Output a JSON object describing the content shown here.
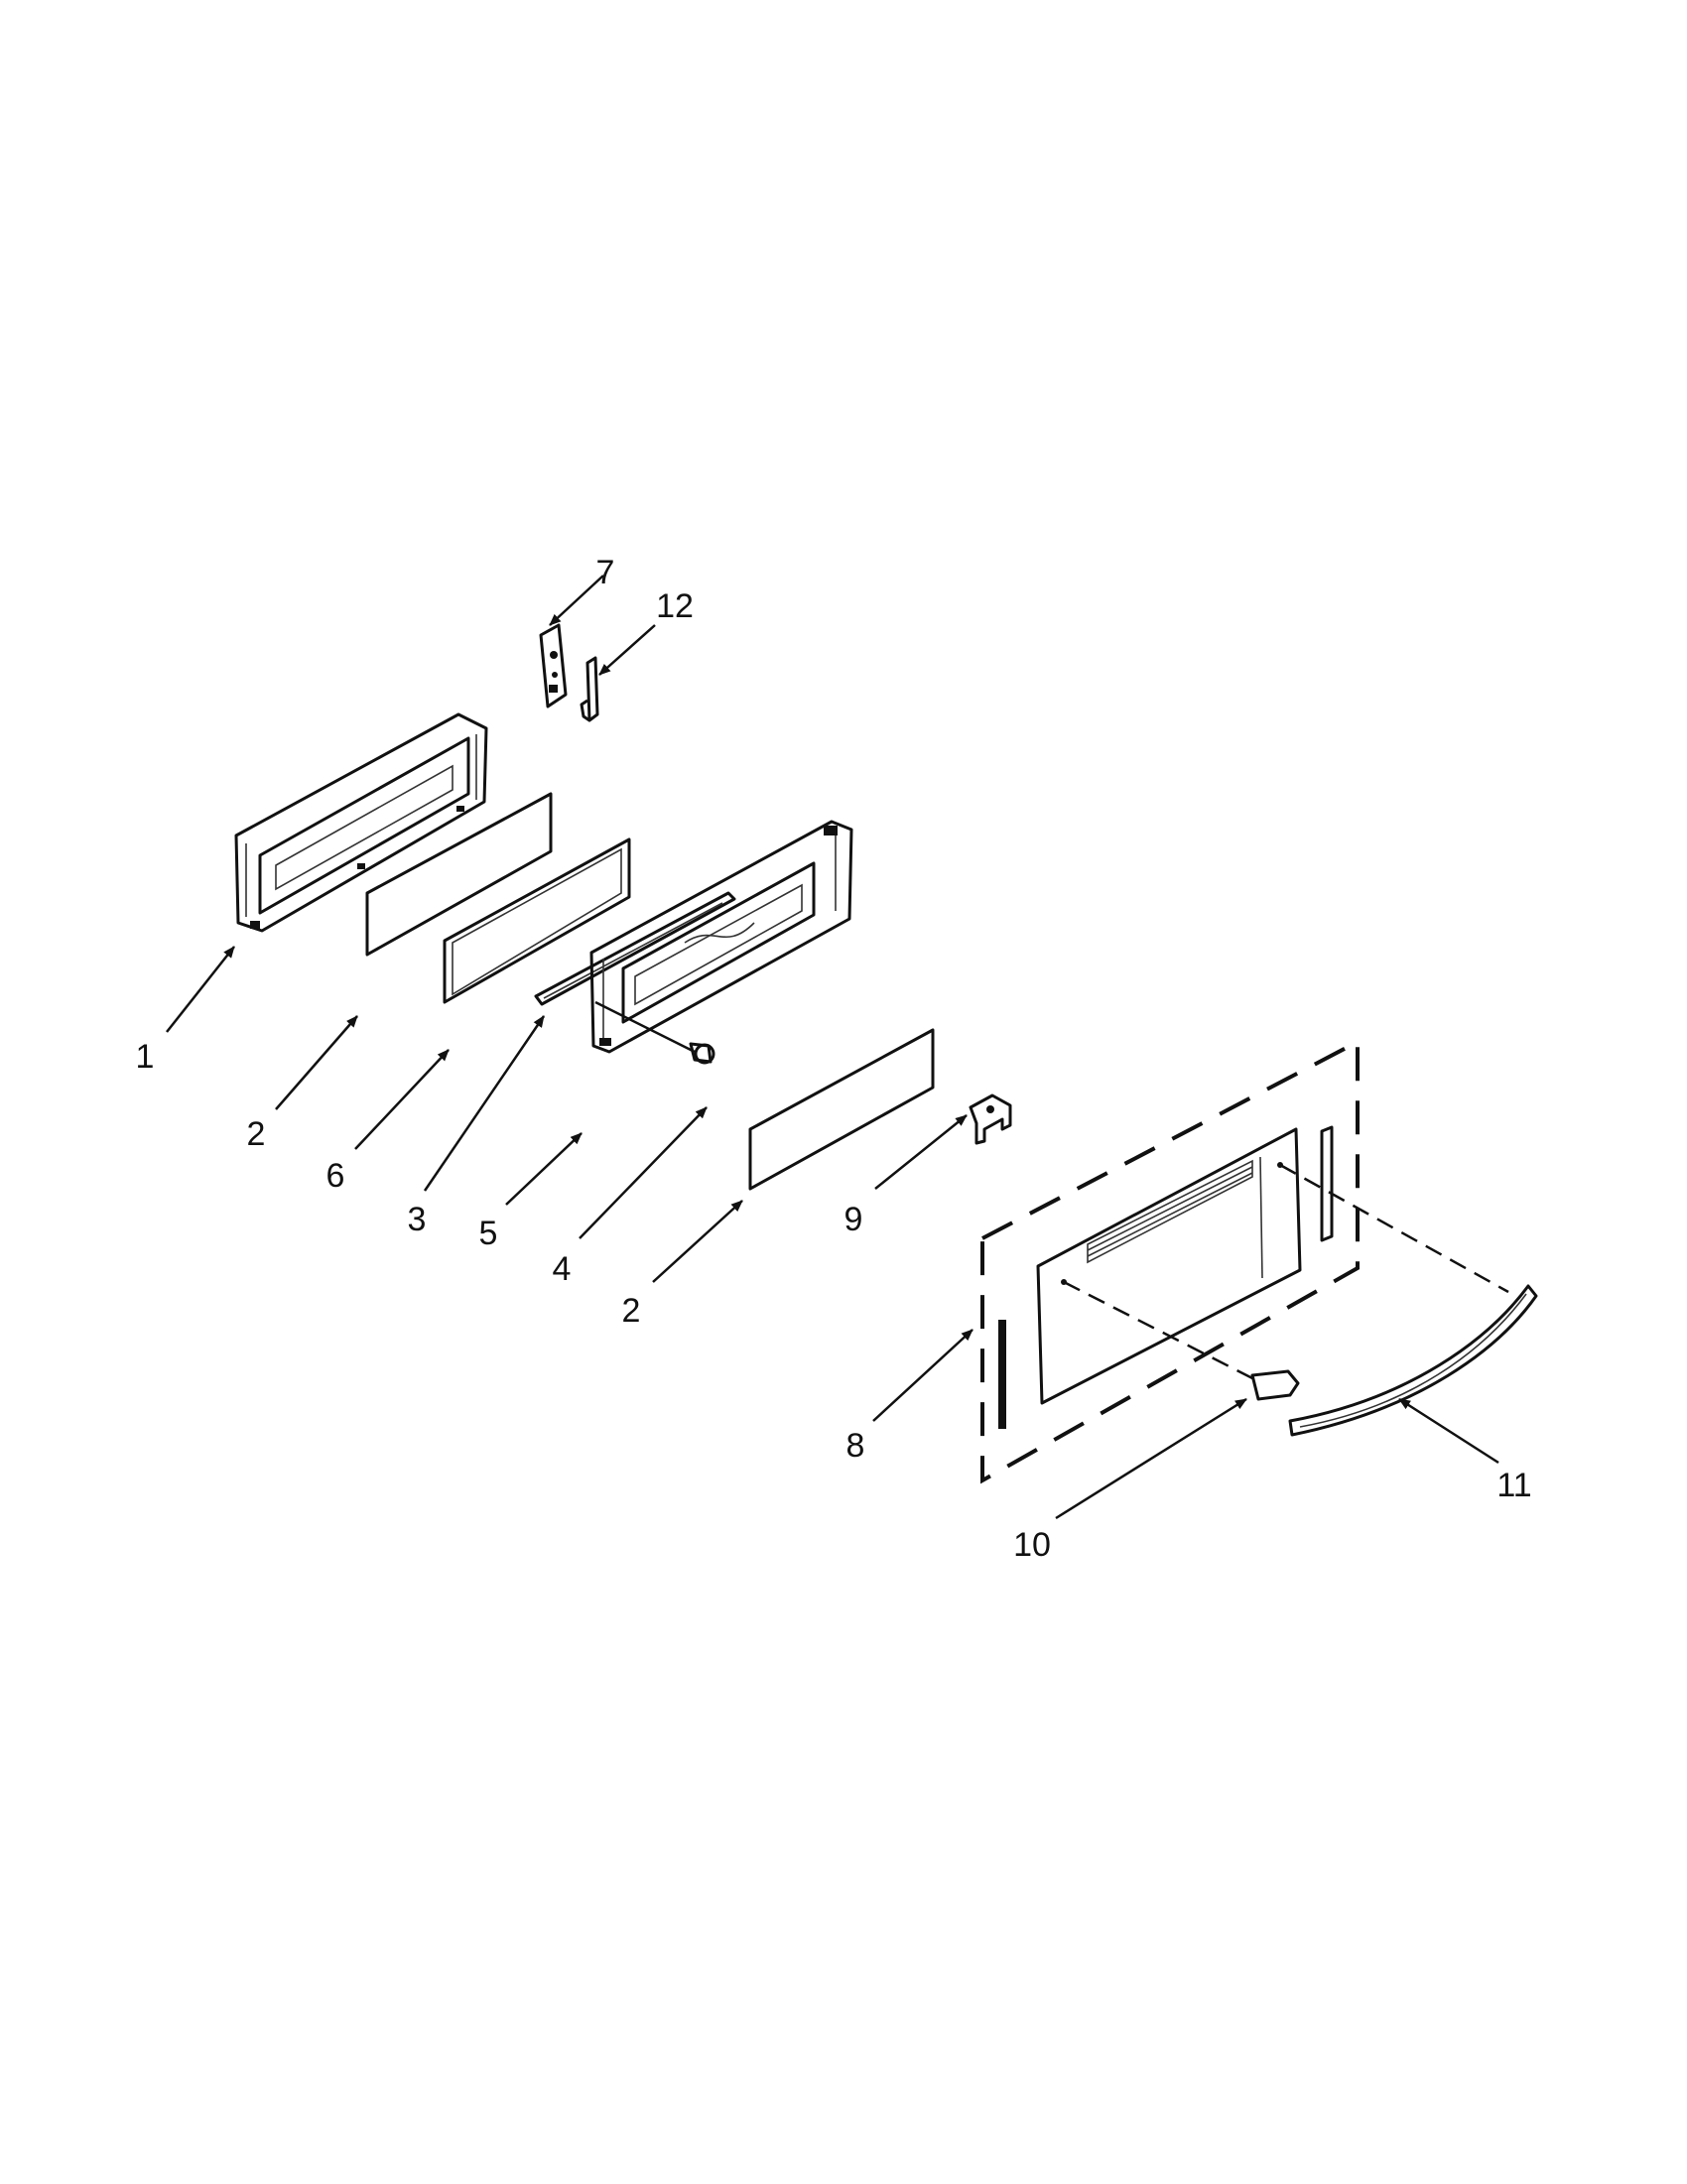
{
  "callouts": [
    {
      "id": "callout-1",
      "text": "1"
    },
    {
      "id": "callout-2a",
      "text": "2"
    },
    {
      "id": "callout-6",
      "text": "6"
    },
    {
      "id": "callout-3",
      "text": "3"
    },
    {
      "id": "callout-5",
      "text": "5"
    },
    {
      "id": "callout-4",
      "text": "4"
    },
    {
      "id": "callout-2b",
      "text": "2"
    },
    {
      "id": "callout-7",
      "text": "7"
    },
    {
      "id": "callout-12",
      "text": "12"
    },
    {
      "id": "callout-9",
      "text": "9"
    },
    {
      "id": "callout-8",
      "text": "8"
    },
    {
      "id": "callout-10",
      "text": "10"
    },
    {
      "id": "callout-11",
      "text": "11"
    }
  ]
}
